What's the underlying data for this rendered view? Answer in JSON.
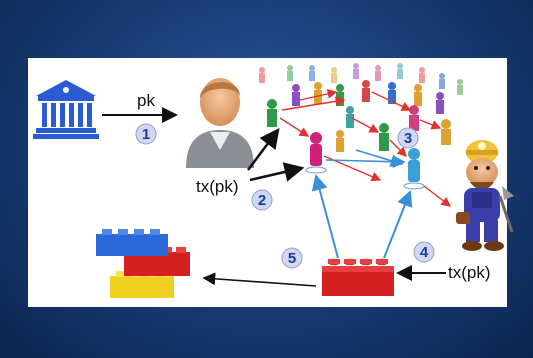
{
  "labels": {
    "pk": "pk",
    "tx_left": "tx(pk)",
    "tx_right": "tx(pk)"
  },
  "steps": [
    "1",
    "2",
    "3",
    "4",
    "5"
  ],
  "colors": {
    "background": "#173a72",
    "panel": "#ffffff",
    "arrow_black": "#111111",
    "arrow_blue": "#3a8fd8",
    "arrow_red": "#e03030",
    "step_circle": "#cfd8f0",
    "bank": "#2a5bd0"
  },
  "icons": [
    "bank-icon",
    "user-icon",
    "people-network-icon",
    "miner-icon",
    "lego-blocks-icon",
    "red-lego-block-icon"
  ]
}
